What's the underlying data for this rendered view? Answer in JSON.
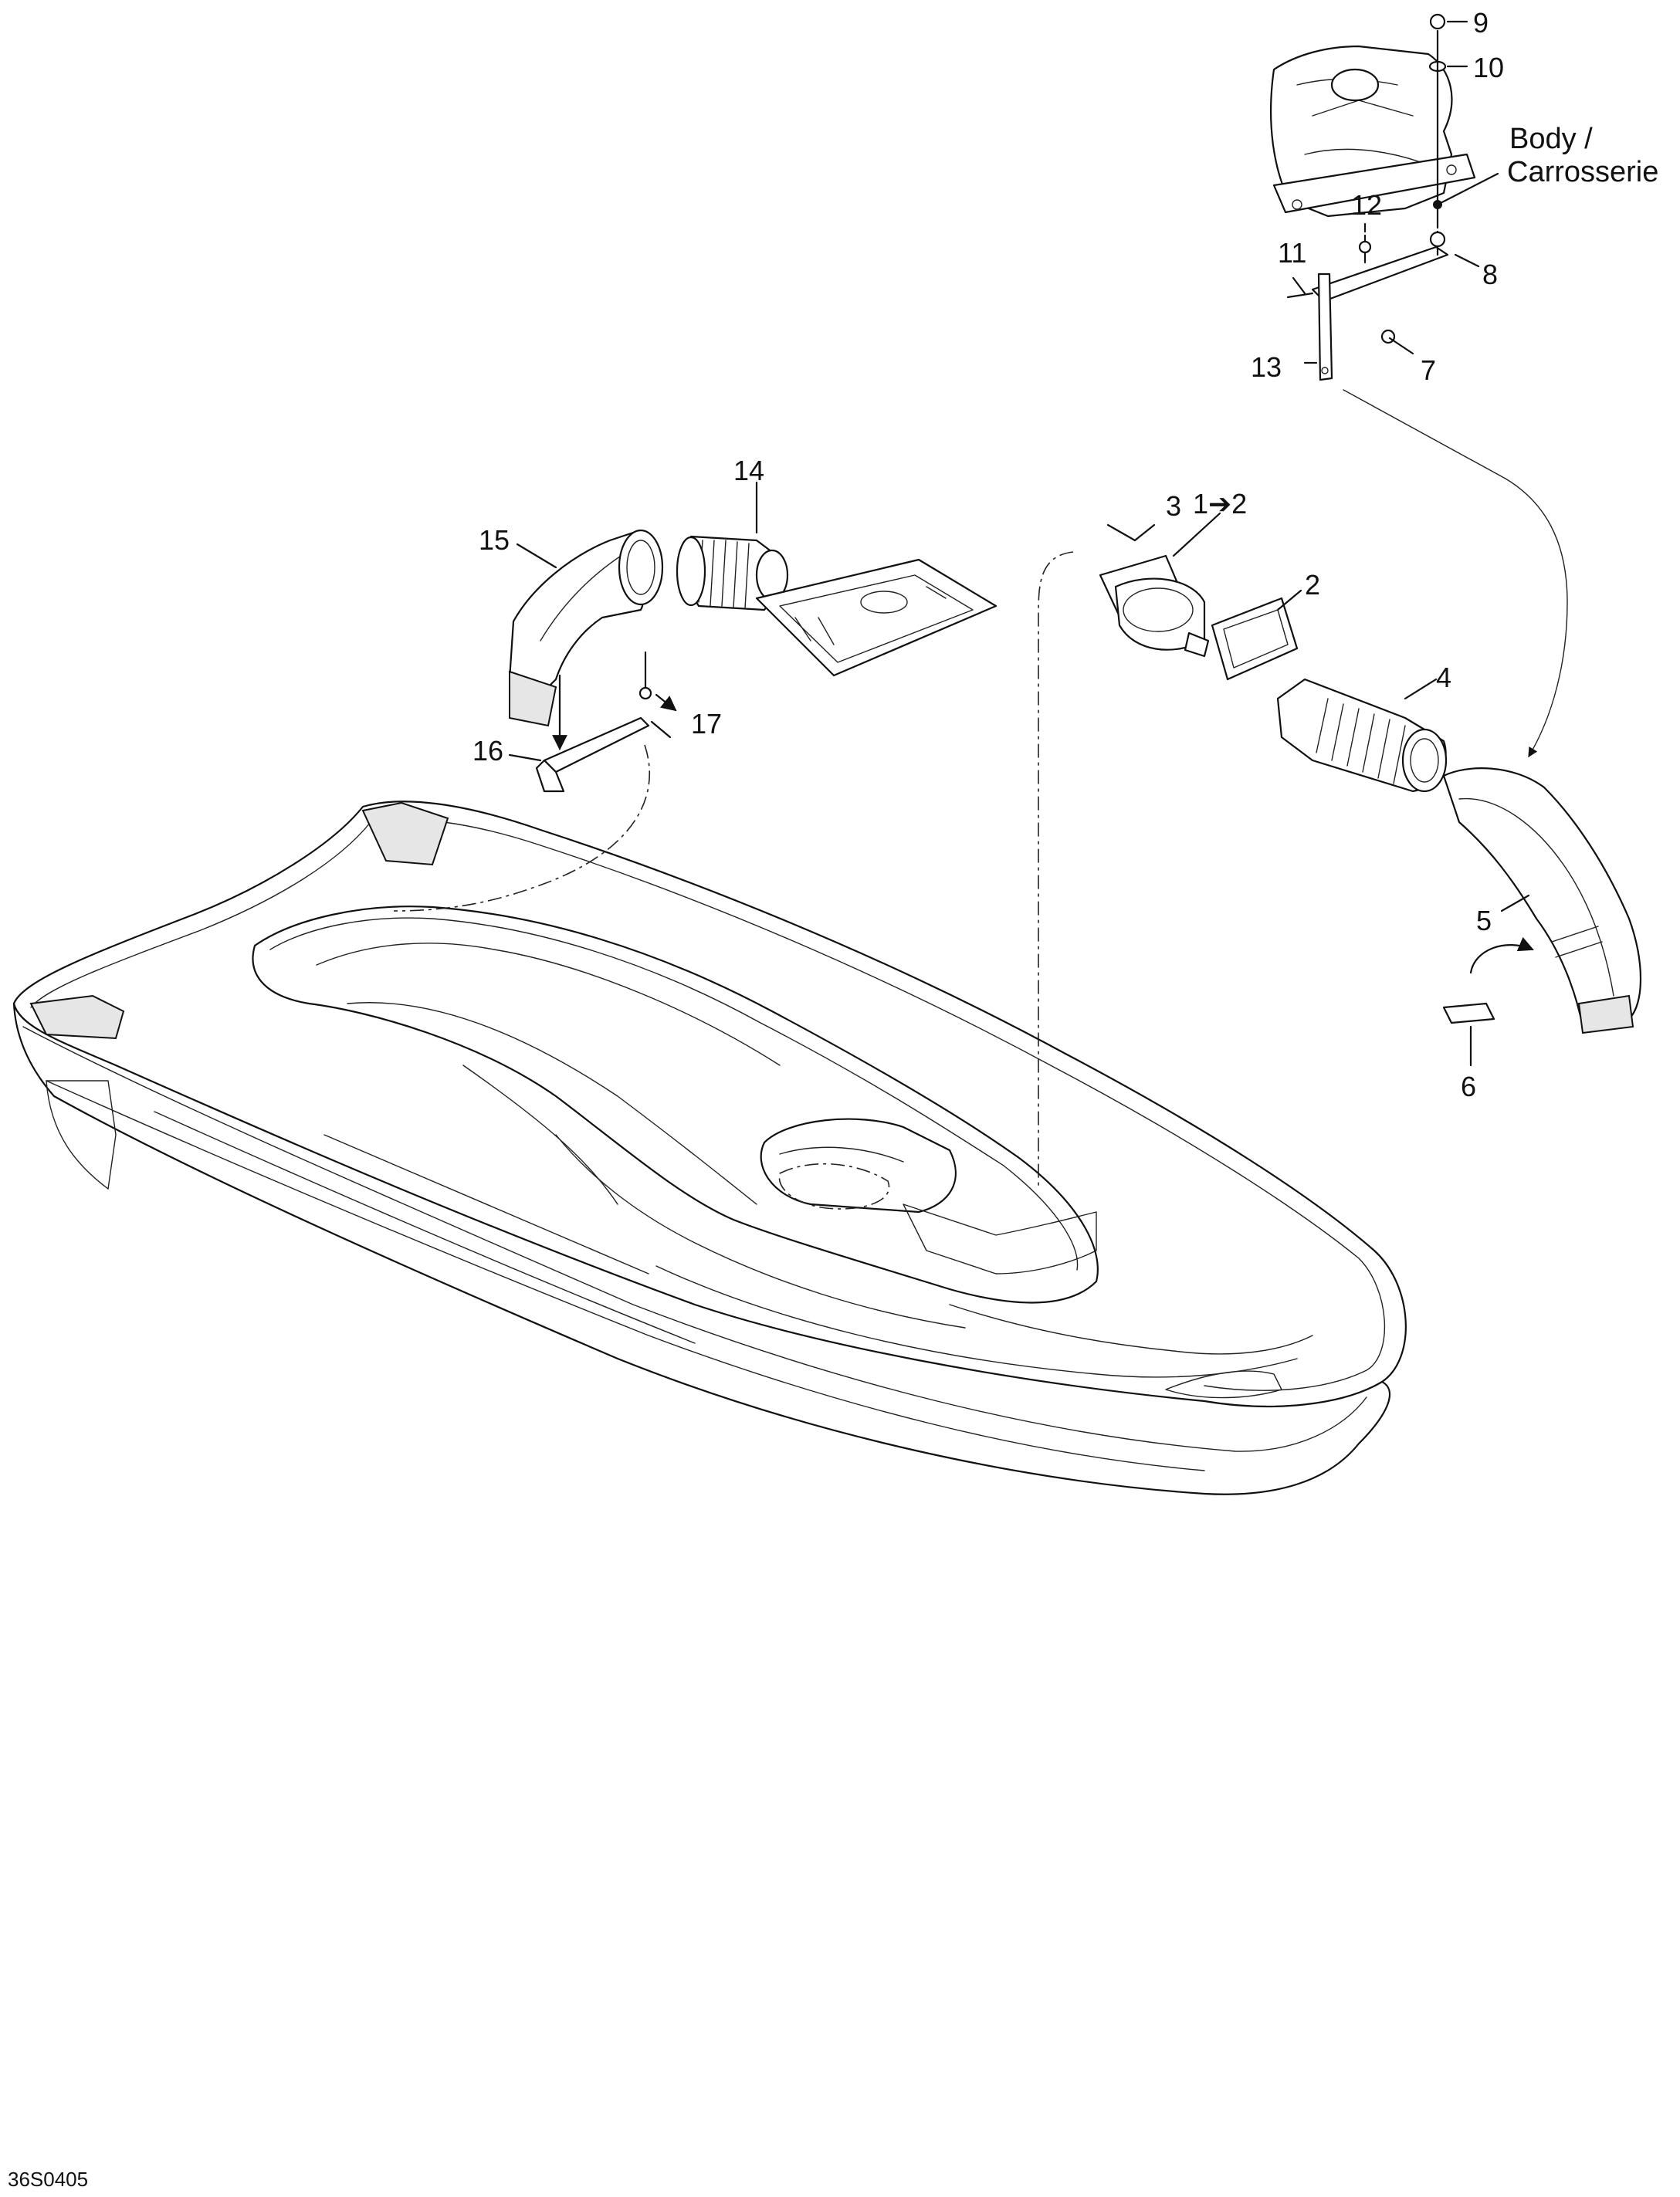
{
  "diagram_code": "36S0405",
  "body_note_line1": "Body /",
  "body_note_line2": "Carrosserie",
  "callouts": [
    {
      "id": "c1",
      "text": "1➔2"
    },
    {
      "id": "c2",
      "text": "2"
    },
    {
      "id": "c3",
      "text": "3"
    },
    {
      "id": "c4",
      "text": "4"
    },
    {
      "id": "c5",
      "text": "5"
    },
    {
      "id": "c6",
      "text": "6"
    },
    {
      "id": "c7",
      "text": "7"
    },
    {
      "id": "c8",
      "text": "8"
    },
    {
      "id": "c9",
      "text": "9"
    },
    {
      "id": "c10",
      "text": "10"
    },
    {
      "id": "c11",
      "text": "11"
    },
    {
      "id": "c12",
      "text": "12"
    },
    {
      "id": "c13",
      "text": "13"
    },
    {
      "id": "c14",
      "text": "14"
    },
    {
      "id": "c15",
      "text": "15"
    },
    {
      "id": "c16",
      "text": "16"
    },
    {
      "id": "c17",
      "text": "17"
    }
  ]
}
